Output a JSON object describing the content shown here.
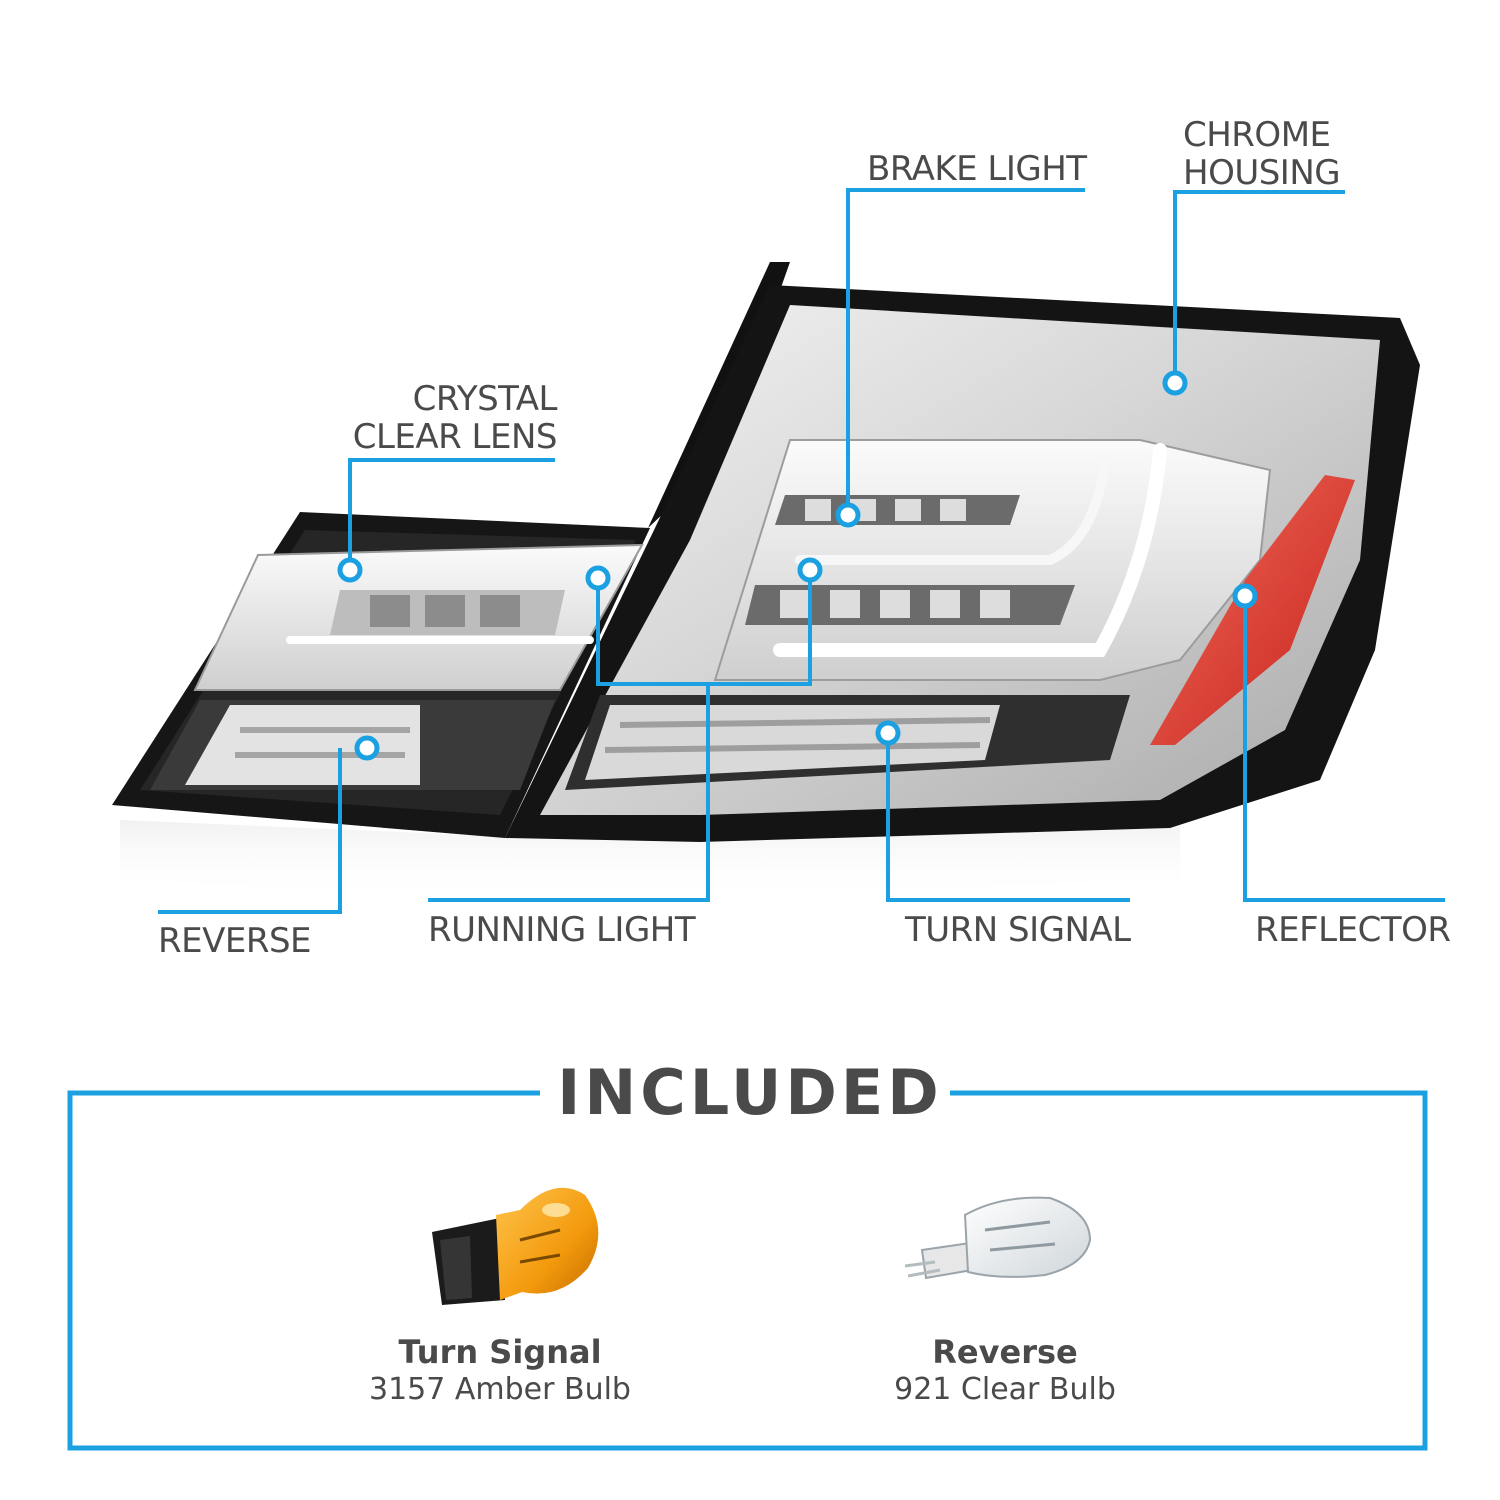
{
  "colors": {
    "accent": "#1ba1e2",
    "text": "#4a4a4a",
    "lens_red": "#e0302a",
    "bulb_amber": "#f39a0d"
  },
  "callouts": {
    "crystal_clear_lens": [
      "CRYSTAL",
      "CLEAR LENS"
    ],
    "brake_light": "BRAKE LIGHT",
    "chrome_housing": [
      "CHROME",
      "HOUSING"
    ],
    "reverse": "REVERSE",
    "running_light": "RUNNING LIGHT",
    "turn_signal": "TURN SIGNAL",
    "reflector": "REFLECTOR"
  },
  "included": {
    "title": "INCLUDED",
    "items": [
      {
        "name": "Turn Signal",
        "desc": "3157 Amber Bulb",
        "icon": "amber-bulb-icon"
      },
      {
        "name": "Reverse",
        "desc": "921 Clear Bulb",
        "icon": "clear-bulb-icon"
      }
    ]
  }
}
